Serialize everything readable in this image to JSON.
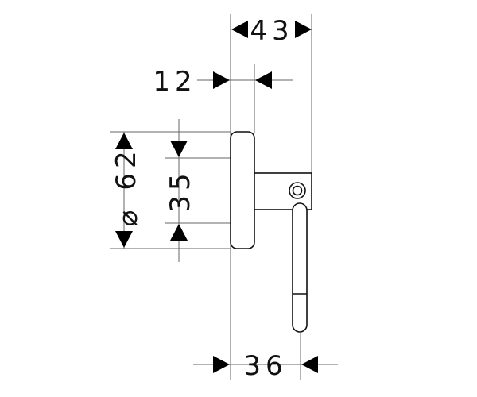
{
  "drawing": {
    "dimensions": {
      "overall_depth": "43",
      "plate_thickness": "12",
      "plate_diameter": "62",
      "diameter_symbol": "⌀",
      "mounting_height": "35",
      "hook_projection": "36"
    }
  }
}
